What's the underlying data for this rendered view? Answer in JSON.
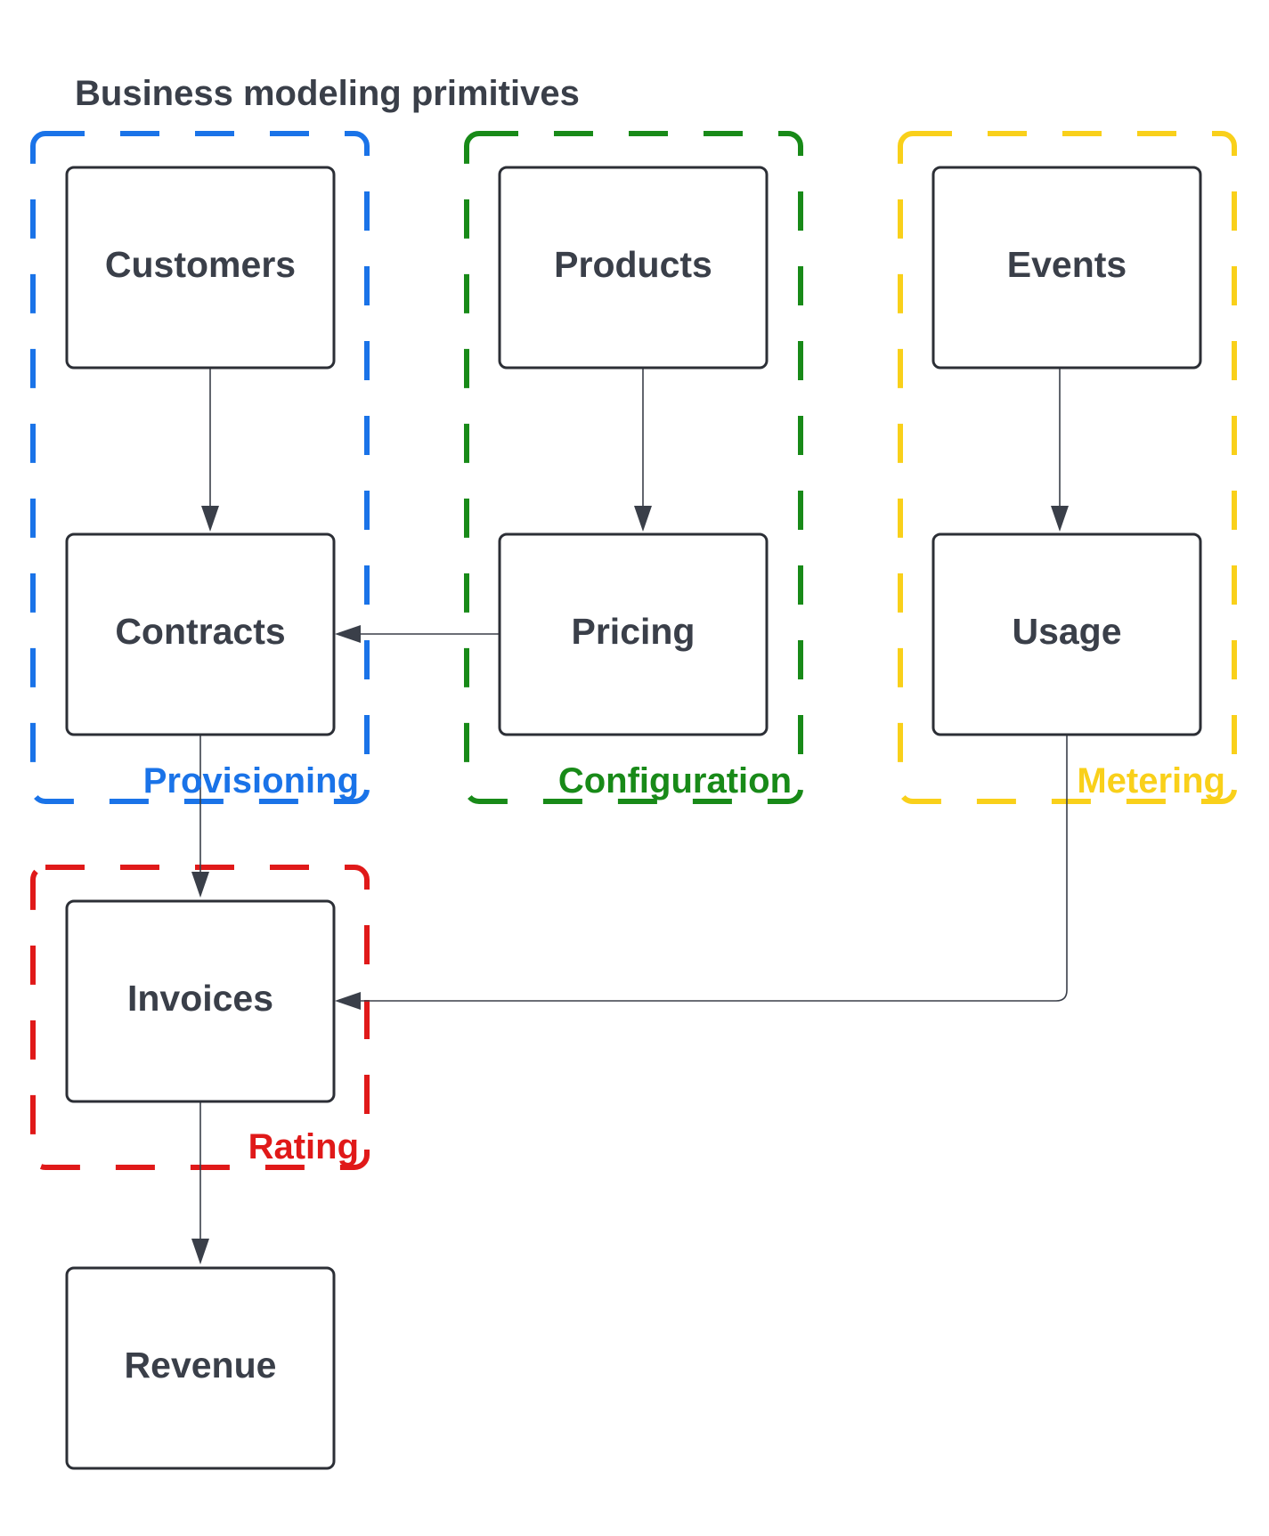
{
  "title": "Business modeling primitives",
  "colors": {
    "provisioning": "#1a73e8",
    "configuration": "#188a18",
    "metering": "#f9d01a",
    "rating": "#e01919",
    "node_text": "#3a3f49",
    "edge": "#3a3f49"
  },
  "nodes": {
    "customers": "Customers",
    "products": "Products",
    "events": "Events",
    "contracts": "Contracts",
    "pricing": "Pricing",
    "usage": "Usage",
    "invoices": "Invoices",
    "revenue": "Revenue"
  },
  "groups": {
    "provisioning": "Provisioning",
    "configuration": "Configuration",
    "metering": "Metering",
    "rating": "Rating"
  },
  "edges": [
    {
      "from": "Customers",
      "to": "Contracts"
    },
    {
      "from": "Products",
      "to": "Pricing"
    },
    {
      "from": "Events",
      "to": "Usage"
    },
    {
      "from": "Pricing",
      "to": "Contracts"
    },
    {
      "from": "Contracts",
      "to": "Invoices"
    },
    {
      "from": "Usage",
      "to": "Invoices"
    },
    {
      "from": "Invoices",
      "to": "Revenue"
    }
  ]
}
